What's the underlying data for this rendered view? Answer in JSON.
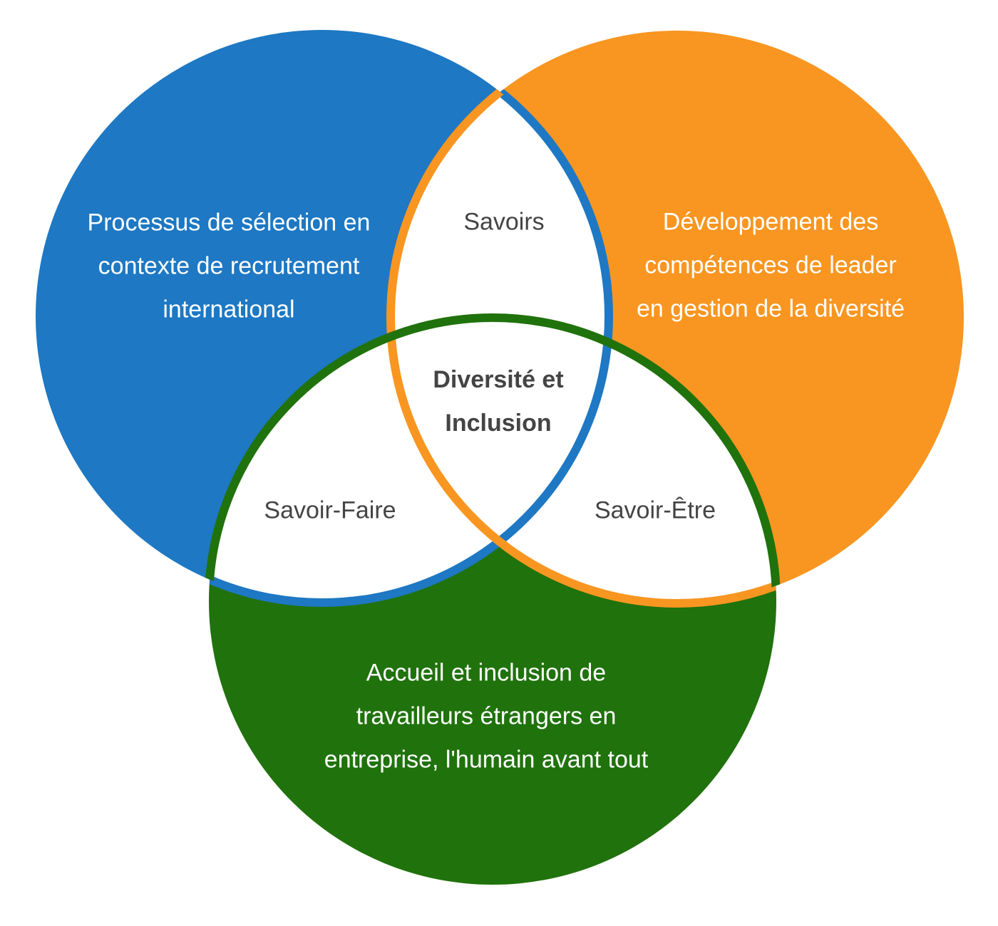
{
  "colors": {
    "blue": "#1e78c3",
    "orange": "#f89621",
    "green": "#20720c",
    "intersection_text": "#444444"
  },
  "sets": [
    {
      "id": "blue",
      "lines": [
        "Processus de sélection en",
        "contexte de recrutement",
        "international"
      ]
    },
    {
      "id": "orange",
      "lines": [
        "Développement des",
        "compétences de leader",
        "en gestion de la diversité"
      ]
    },
    {
      "id": "green",
      "lines": [
        "Accueil et inclusion de",
        "travailleurs étrangers en",
        "entreprise, l'humain avant tout"
      ]
    }
  ],
  "intersections": {
    "blue_orange": "Savoirs",
    "blue_green": "Savoir-Faire",
    "orange_green": "Savoir-Être",
    "center_lines": [
      "Diversité et",
      "Inclusion"
    ]
  }
}
